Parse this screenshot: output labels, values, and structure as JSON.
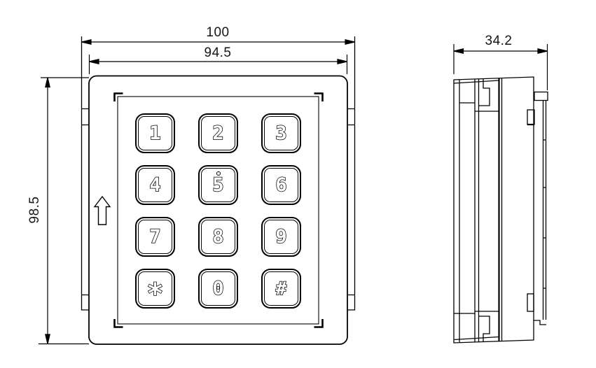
{
  "page": {
    "background_color": "#ffffff",
    "line_color": "#000000",
    "text_color": "#161616"
  },
  "drawing": {
    "kind": "dimensioned-engineering-drawing",
    "subject": "keypad module, front and side views",
    "units_implied": "mm"
  },
  "dimensions": {
    "overall_width": "100",
    "face_width": "94.5",
    "overall_height": "98.5",
    "depth": "34.2"
  },
  "front_view": {
    "orientation_arrow_icon": "up-arrow-icon",
    "corner_marks": 4,
    "keypad": {
      "rows": 4,
      "cols": 3,
      "keys": [
        {
          "label": "1"
        },
        {
          "label": "2"
        },
        {
          "label": "3"
        },
        {
          "label": "4"
        },
        {
          "label": "5",
          "tactile_dot": true
        },
        {
          "label": "6"
        },
        {
          "label": "7"
        },
        {
          "label": "8"
        },
        {
          "label": "9"
        },
        {
          "label": "*"
        },
        {
          "label": "0"
        },
        {
          "label": "#"
        }
      ]
    }
  },
  "side_view": {
    "features": [
      "front-plate",
      "body",
      "rear-mounting-bracket",
      "snap-clips"
    ]
  }
}
